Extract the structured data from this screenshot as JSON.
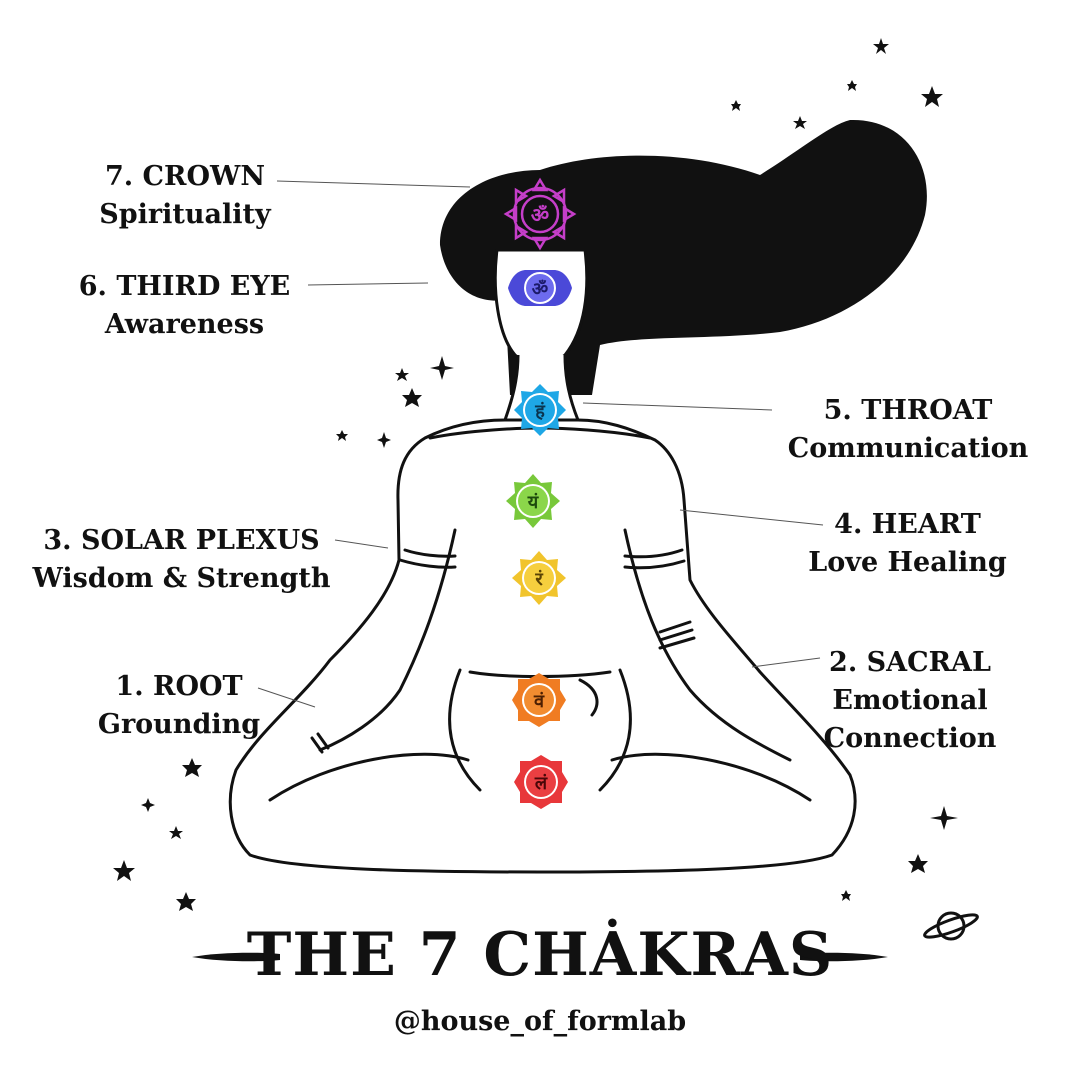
{
  "title": "THE 7 CHȦKRAS",
  "handle": "@house_of_formlab",
  "chakras": [
    {
      "name": "7. CROWN",
      "meaning": "Spirituality",
      "color": "#c53ec9",
      "glyph": "ॐ"
    },
    {
      "name": "6. THIRD EYE",
      "meaning": "Awareness",
      "color": "#4b49d8",
      "glyph": "ॐ"
    },
    {
      "name": "5. THROAT",
      "meaning": "Communication",
      "color": "#1ea7e6",
      "glyph": "हं"
    },
    {
      "name": "4. HEART",
      "meaning": "Love Healing",
      "color": "#78c83a",
      "glyph": "यं"
    },
    {
      "name": "3. SOLAR PLEXUS",
      "meaning": "Wisdom & Strength",
      "color": "#f1c42c",
      "glyph": "रं"
    },
    {
      "name": "2. SACRAL",
      "meaning_lines": [
        "Emotional",
        "Connection"
      ],
      "color": "#f07c22",
      "glyph": "वं"
    },
    {
      "name": "1. ROOT",
      "meaning": "Grounding",
      "color": "#e8373a",
      "glyph": "लं"
    }
  ]
}
